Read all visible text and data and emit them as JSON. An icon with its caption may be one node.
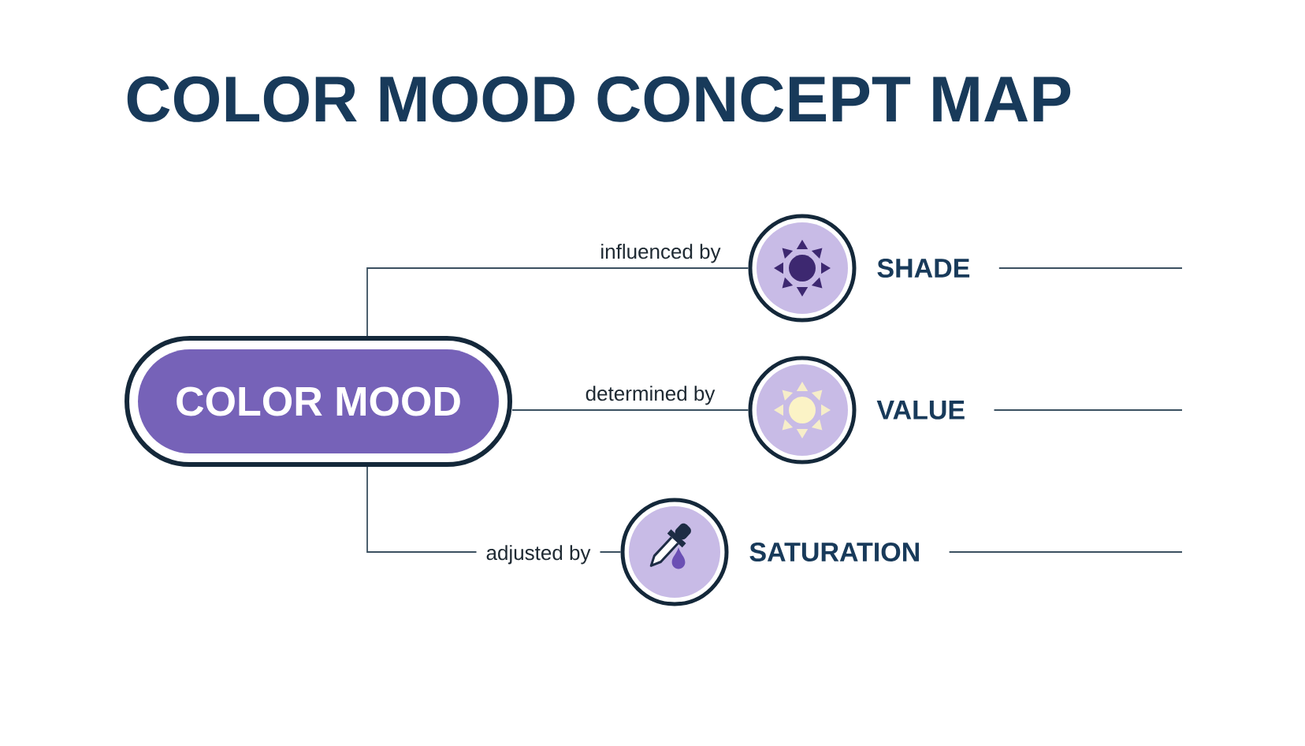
{
  "diagram": {
    "title": "COLOR MOOD CONCEPT MAP",
    "nodes": [
      {
        "text": [
          "COLOR MOOD"
        ]
      },
      {
        "text": [
          "SHADE"
        ]
      },
      {
        "text": [
          "VALUE"
        ]
      },
      {
        "text": [
          "SATURATION"
        ]
      }
    ],
    "edges": [
      {
        "from": 0,
        "to": 1,
        "arrow": "none",
        "label": "influenced by"
      },
      {
        "from": 0,
        "to": 2,
        "arrow": "none",
        "label": "determined by"
      },
      {
        "from": 0,
        "to": 3,
        "arrow": "none",
        "label": "adjusted by"
      },
      {
        "from": 1,
        "to": null,
        "arrow": "none"
      },
      {
        "from": 2,
        "to": null,
        "arrow": "none"
      },
      {
        "from": 3,
        "to": null,
        "arrow": "none"
      }
    ]
  }
}
